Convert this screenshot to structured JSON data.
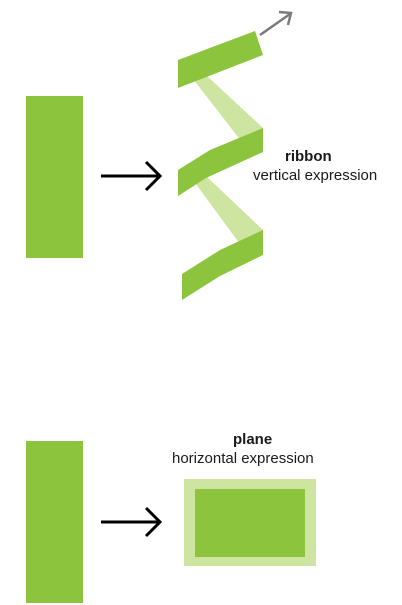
{
  "colors": {
    "green": "#8cc43d",
    "light_green": "#cde5a1",
    "arrow": "#000000",
    "pointer_arrow": "#7a7a7a"
  },
  "ribbon": {
    "title": "ribbon",
    "subtitle": "vertical expression"
  },
  "plane": {
    "title": "plane",
    "subtitle": "horizontal expression"
  },
  "icons": [
    "arrow-right-icon",
    "arrow-up-right-icon"
  ]
}
